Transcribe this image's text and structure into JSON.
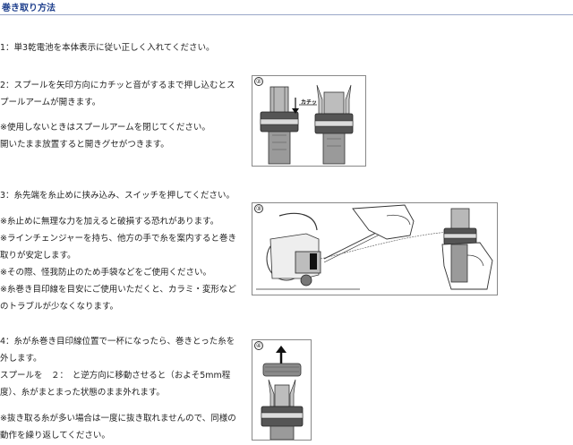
{
  "header": {
    "title": "巻き取り方法"
  },
  "steps": {
    "step1": "1：単3乾電池を本体表示に従い正しく入れてください。",
    "step2_line1": "2：スプールを矢印方向にカチッと音がするまで押し込むとス",
    "step2_line2": "プールアームが開きます。",
    "step2_note1": "※使用しないときはスプールアームを閉じてください。",
    "step2_note2": "開いたまま放置すると開きグセがつきます。",
    "step3": "3：糸先端を糸止めに挟み込み、スイッチを押してください。",
    "step3_note1": "※糸止めに無理な力を加えると破損する恐れがあります。",
    "step3_note2": "※ラインチェンジャーを持ち、他方の手で糸を案内すると巻き",
    "step3_note3": "取りが安定します。",
    "step3_note4": "※その際、怪我防止のため手袋などをご使用ください。",
    "step3_note5": "※糸巻き目印線を目安にご使用いただくと、カラミ・変形など",
    "step3_note6": "のトラブルが少なくなります。",
    "step4_line1": "4：糸が糸巻き目印線位置で一杯になったら、巻きとった糸を",
    "step4_line2": "外します。",
    "step4_line3": "スプールを　２：　と逆方向に移動させると（およそ5mm程",
    "step4_line4": "度）、糸がまとまった状態のまま外れます。",
    "step4_note1": "※抜き取る糸が多い場合は一度に抜き取れませんので、同様の",
    "step4_note2": "動作を繰り返してください。"
  },
  "figures": {
    "fig2": {
      "number": "②",
      "arrow_label": "カチッ"
    },
    "fig3": {
      "number": "③"
    },
    "fig4": {
      "number": "④"
    }
  }
}
